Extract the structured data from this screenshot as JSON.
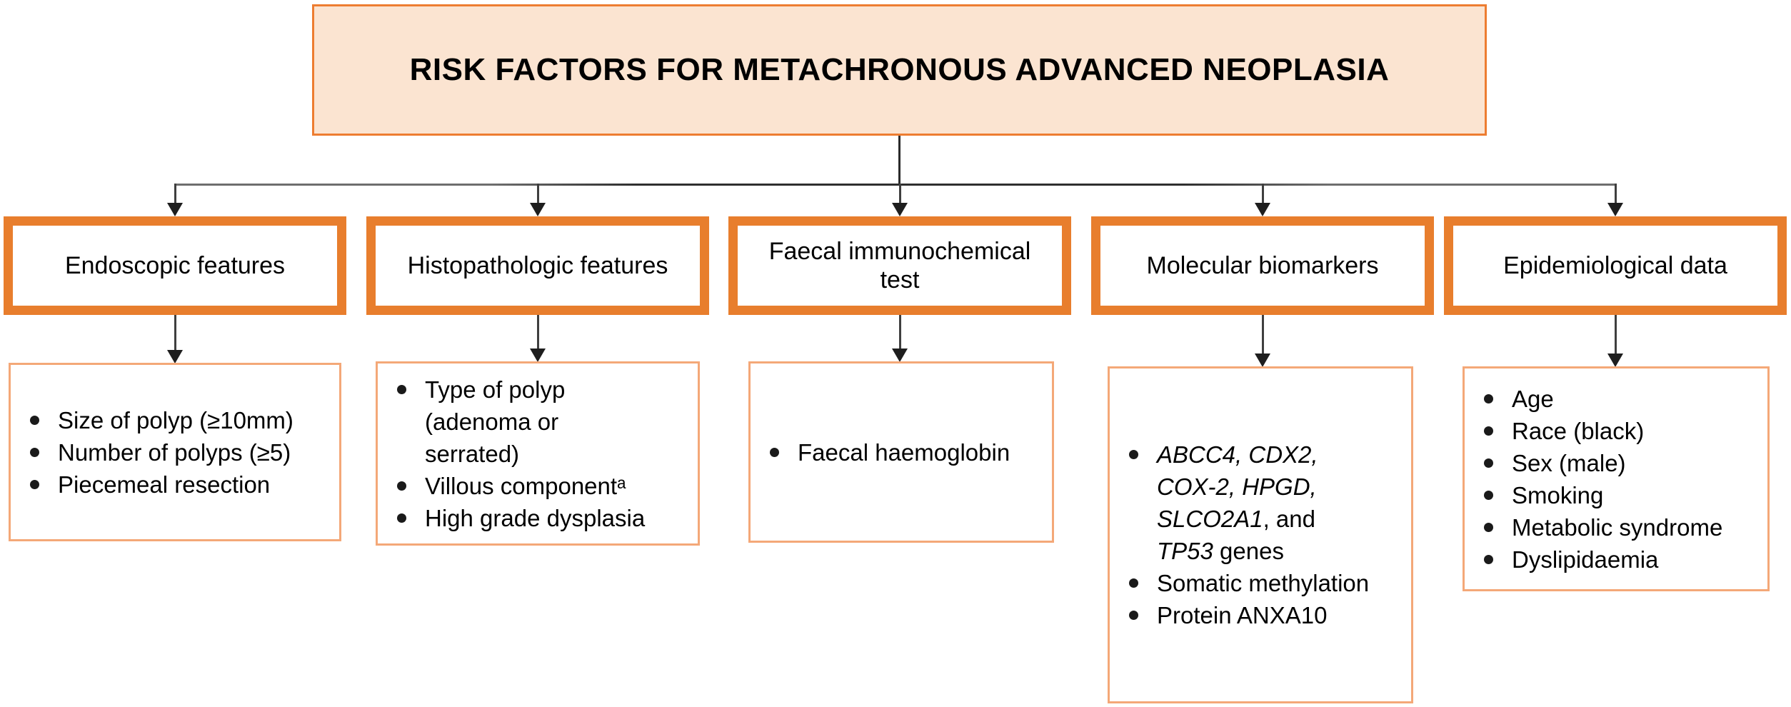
{
  "diagram": {
    "title": "RISK FACTORS FOR METACHRONOUS ADVANCED NEOPLASIA",
    "colors": {
      "category_frame": "#E87E2D",
      "header_fill": "#FBE4D1",
      "header_border": "#ED7D31",
      "detail_border": "#F4A878",
      "connector": "#3F3F3F",
      "text": "#000000"
    },
    "categories": [
      {
        "label": "Endoscopic features",
        "items": [
          "Size of polyp (≥10mm)",
          "Number of polyps (≥5)",
          "Piecemeal resection"
        ]
      },
      {
        "label": "Histopathologic features",
        "items": [
          "Type of polyp\n(adenoma or\nserrated)",
          "Villous componentᵃ",
          "High grade dysplasia"
        ]
      },
      {
        "label": "Faecal immunochemical\ntest",
        "items": [
          "Faecal haemoglobin"
        ]
      },
      {
        "label": "Molecular biomarkers",
        "items": [
          [
            {
              "t": "ABCC4, CDX2,\nCOX-2, HPGD,\nSLCO2A1",
              "i": true
            },
            {
              "t": ", and\n",
              "i": false
            },
            {
              "t": "TP53",
              "i": true
            },
            {
              "t": " genes",
              "i": false
            }
          ],
          "Somatic methylation",
          "Protein ANXA10"
        ]
      },
      {
        "label": "Epidemiological data",
        "items": [
          "Age",
          "Race (black)",
          "Sex (male)",
          "Smoking",
          "Metabolic syndrome",
          "Dyslipidaemia"
        ]
      }
    ]
  }
}
